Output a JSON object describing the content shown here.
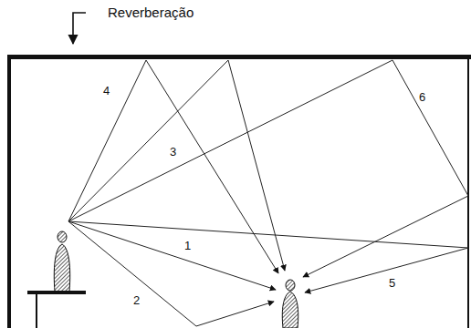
{
  "diagram": {
    "labels": [
      "Reverberação",
      "4",
      "3",
      "6",
      "1",
      "5",
      "2"
    ]
  }
}
